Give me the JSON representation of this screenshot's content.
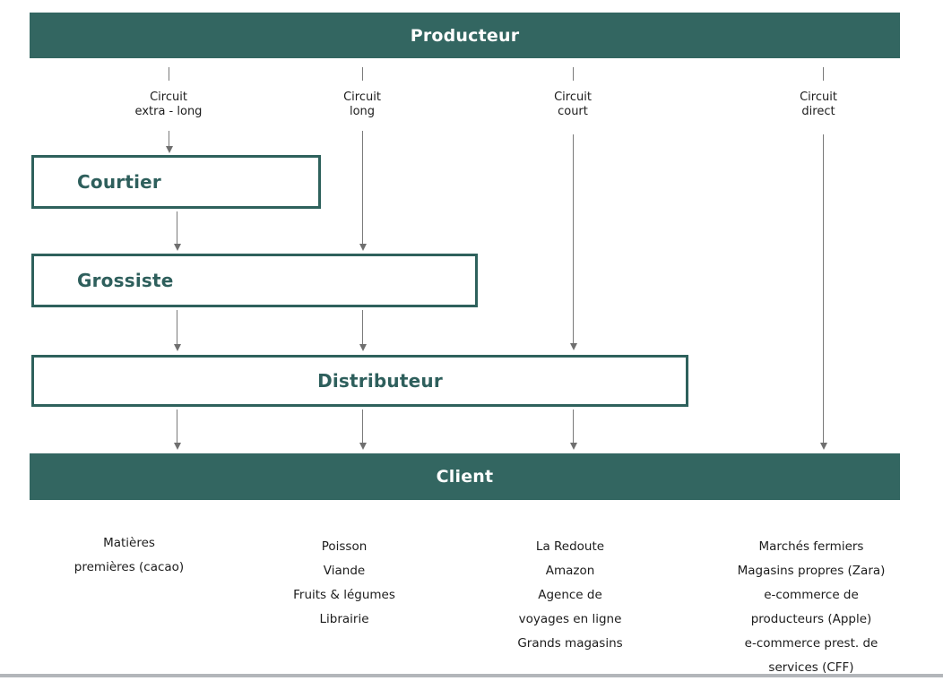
{
  "title_bars": {
    "producteur": "Producteur",
    "client": "Client"
  },
  "intermediaries": {
    "courtier": "Courtier",
    "grossiste": "Grossiste",
    "distributeur": "Distributeur"
  },
  "circuits": [
    {
      "name": "Circuit extra - long",
      "label_lines": [
        "Circuit",
        "extra - long"
      ],
      "examples": [
        "Matières",
        "premières (cacao)"
      ]
    },
    {
      "name": "Circuit long",
      "label_lines": [
        "Circuit",
        "long"
      ],
      "examples": [
        "Poisson",
        "Viande",
        "Fruits & légumes",
        "Librairie"
      ]
    },
    {
      "name": "Circuit court",
      "label_lines": [
        "Circuit",
        "court"
      ],
      "examples": [
        "La Redoute",
        "Amazon",
        "Agence de",
        "voyages en ligne",
        "Grands magasins"
      ]
    },
    {
      "name": "Circuit direct",
      "label_lines": [
        "Circuit",
        "direct"
      ],
      "examples": [
        "Marchés fermiers",
        "Magasins propres (Zara)",
        "e-commerce de",
        "producteurs (Apple)",
        "e-commerce prest. de",
        "services (CFF)"
      ]
    }
  ],
  "colors": {
    "teal_fill": "#336661",
    "teal_border": "#2e615c",
    "teal_text": "#2e5f5c",
    "line_gray": "#7a7a7a",
    "arrowhead_gray": "#6f6f6f",
    "text_dark": "#1c1c1c",
    "divider_gray": "#b3b6ba"
  }
}
